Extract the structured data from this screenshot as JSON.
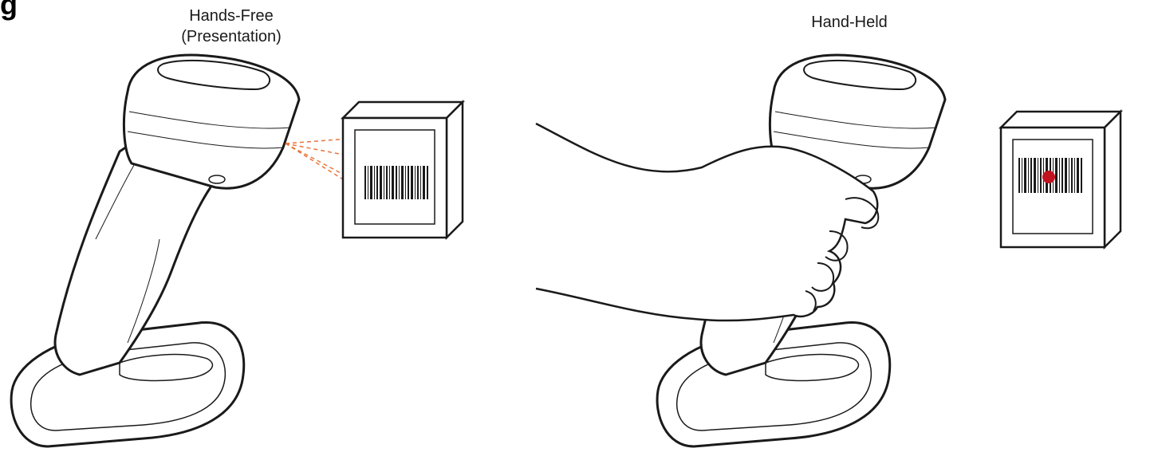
{
  "heading_fragment": "g",
  "views": [
    {
      "label_line1": "Hands-Free",
      "label_line2": "(Presentation)"
    },
    {
      "label_line1": "Hand-Held"
    }
  ],
  "colors": {
    "outline": "#1a1a1a",
    "scan_lines": "#e8743b",
    "aim_dot": "#c1121f"
  },
  "icons": [
    "barcode-scanner-in-cradle-icon",
    "hand-icon",
    "barcode-box-icon"
  ]
}
